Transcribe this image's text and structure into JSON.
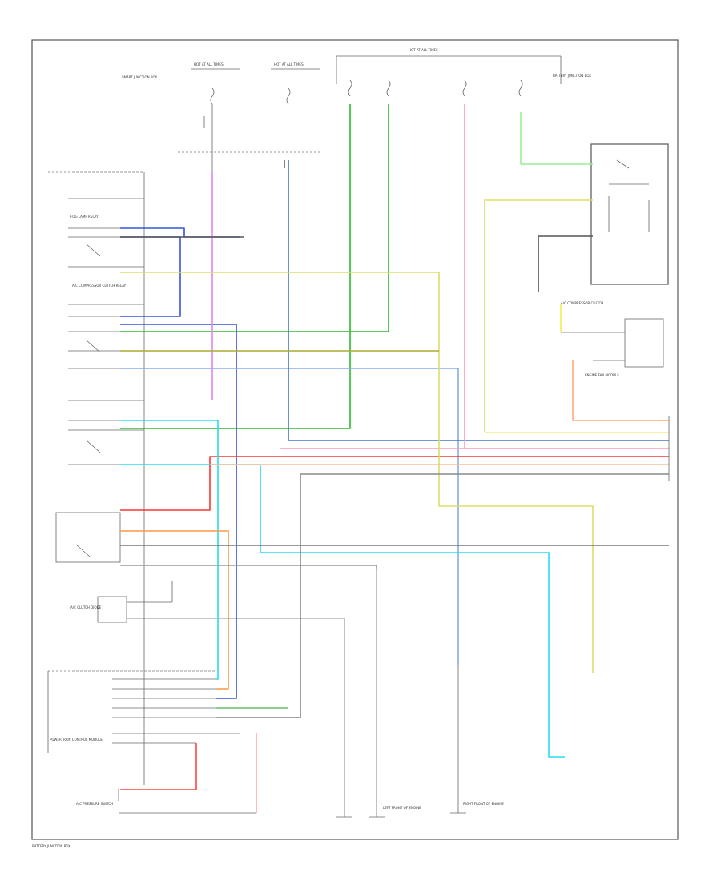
{
  "colors": {
    "frame": "#555555",
    "green": "#2eb82e",
    "blue": "#3355dd",
    "red": "#ff3333",
    "pink": "#ff99bb",
    "cyan": "#22ddee",
    "yellow": "#dddd66",
    "orange": "#ff9944",
    "lightgreen": "#99ee99",
    "violet": "#dd88ee",
    "lightblue": "#88aaee",
    "gray": "#888888",
    "black": "#555555"
  },
  "labels": {
    "hot_at_all_times_left": "HOT AT ALL TIMES",
    "hot_at_all_times_mid": "HOT AT ALL TIMES",
    "hot_at_all_times_right": "HOT AT ALL TIMES",
    "smart_junction_box": "SMART JUNCTION BOX",
    "battery_junction_box": "BATTERY JUNCTION BOX",
    "fog_lamp_relay": "FOG LAMP RELAY",
    "ac_compressor_clutch_relay": "A/C COMPRESSOR CLUTCH RELAY",
    "ac_clutch_diode": "A/C CLUTCH DIODE",
    "ac_compressor_clutch": "A/C COMPRESSOR CLUTCH",
    "powertrain_control_module": "POWERTRAIN CONTROL MODULE",
    "engine_fan_module": "ENGINE FAN MODULE",
    "ac_pressure_switch": "A/C PRESSURE SWITCH",
    "ground_left": "LEFT FRONT OF ENGINE",
    "ground_right": "RIGHT FRONT OF ENGINE",
    "footer": "BATTERY JUNCTION BOX"
  }
}
